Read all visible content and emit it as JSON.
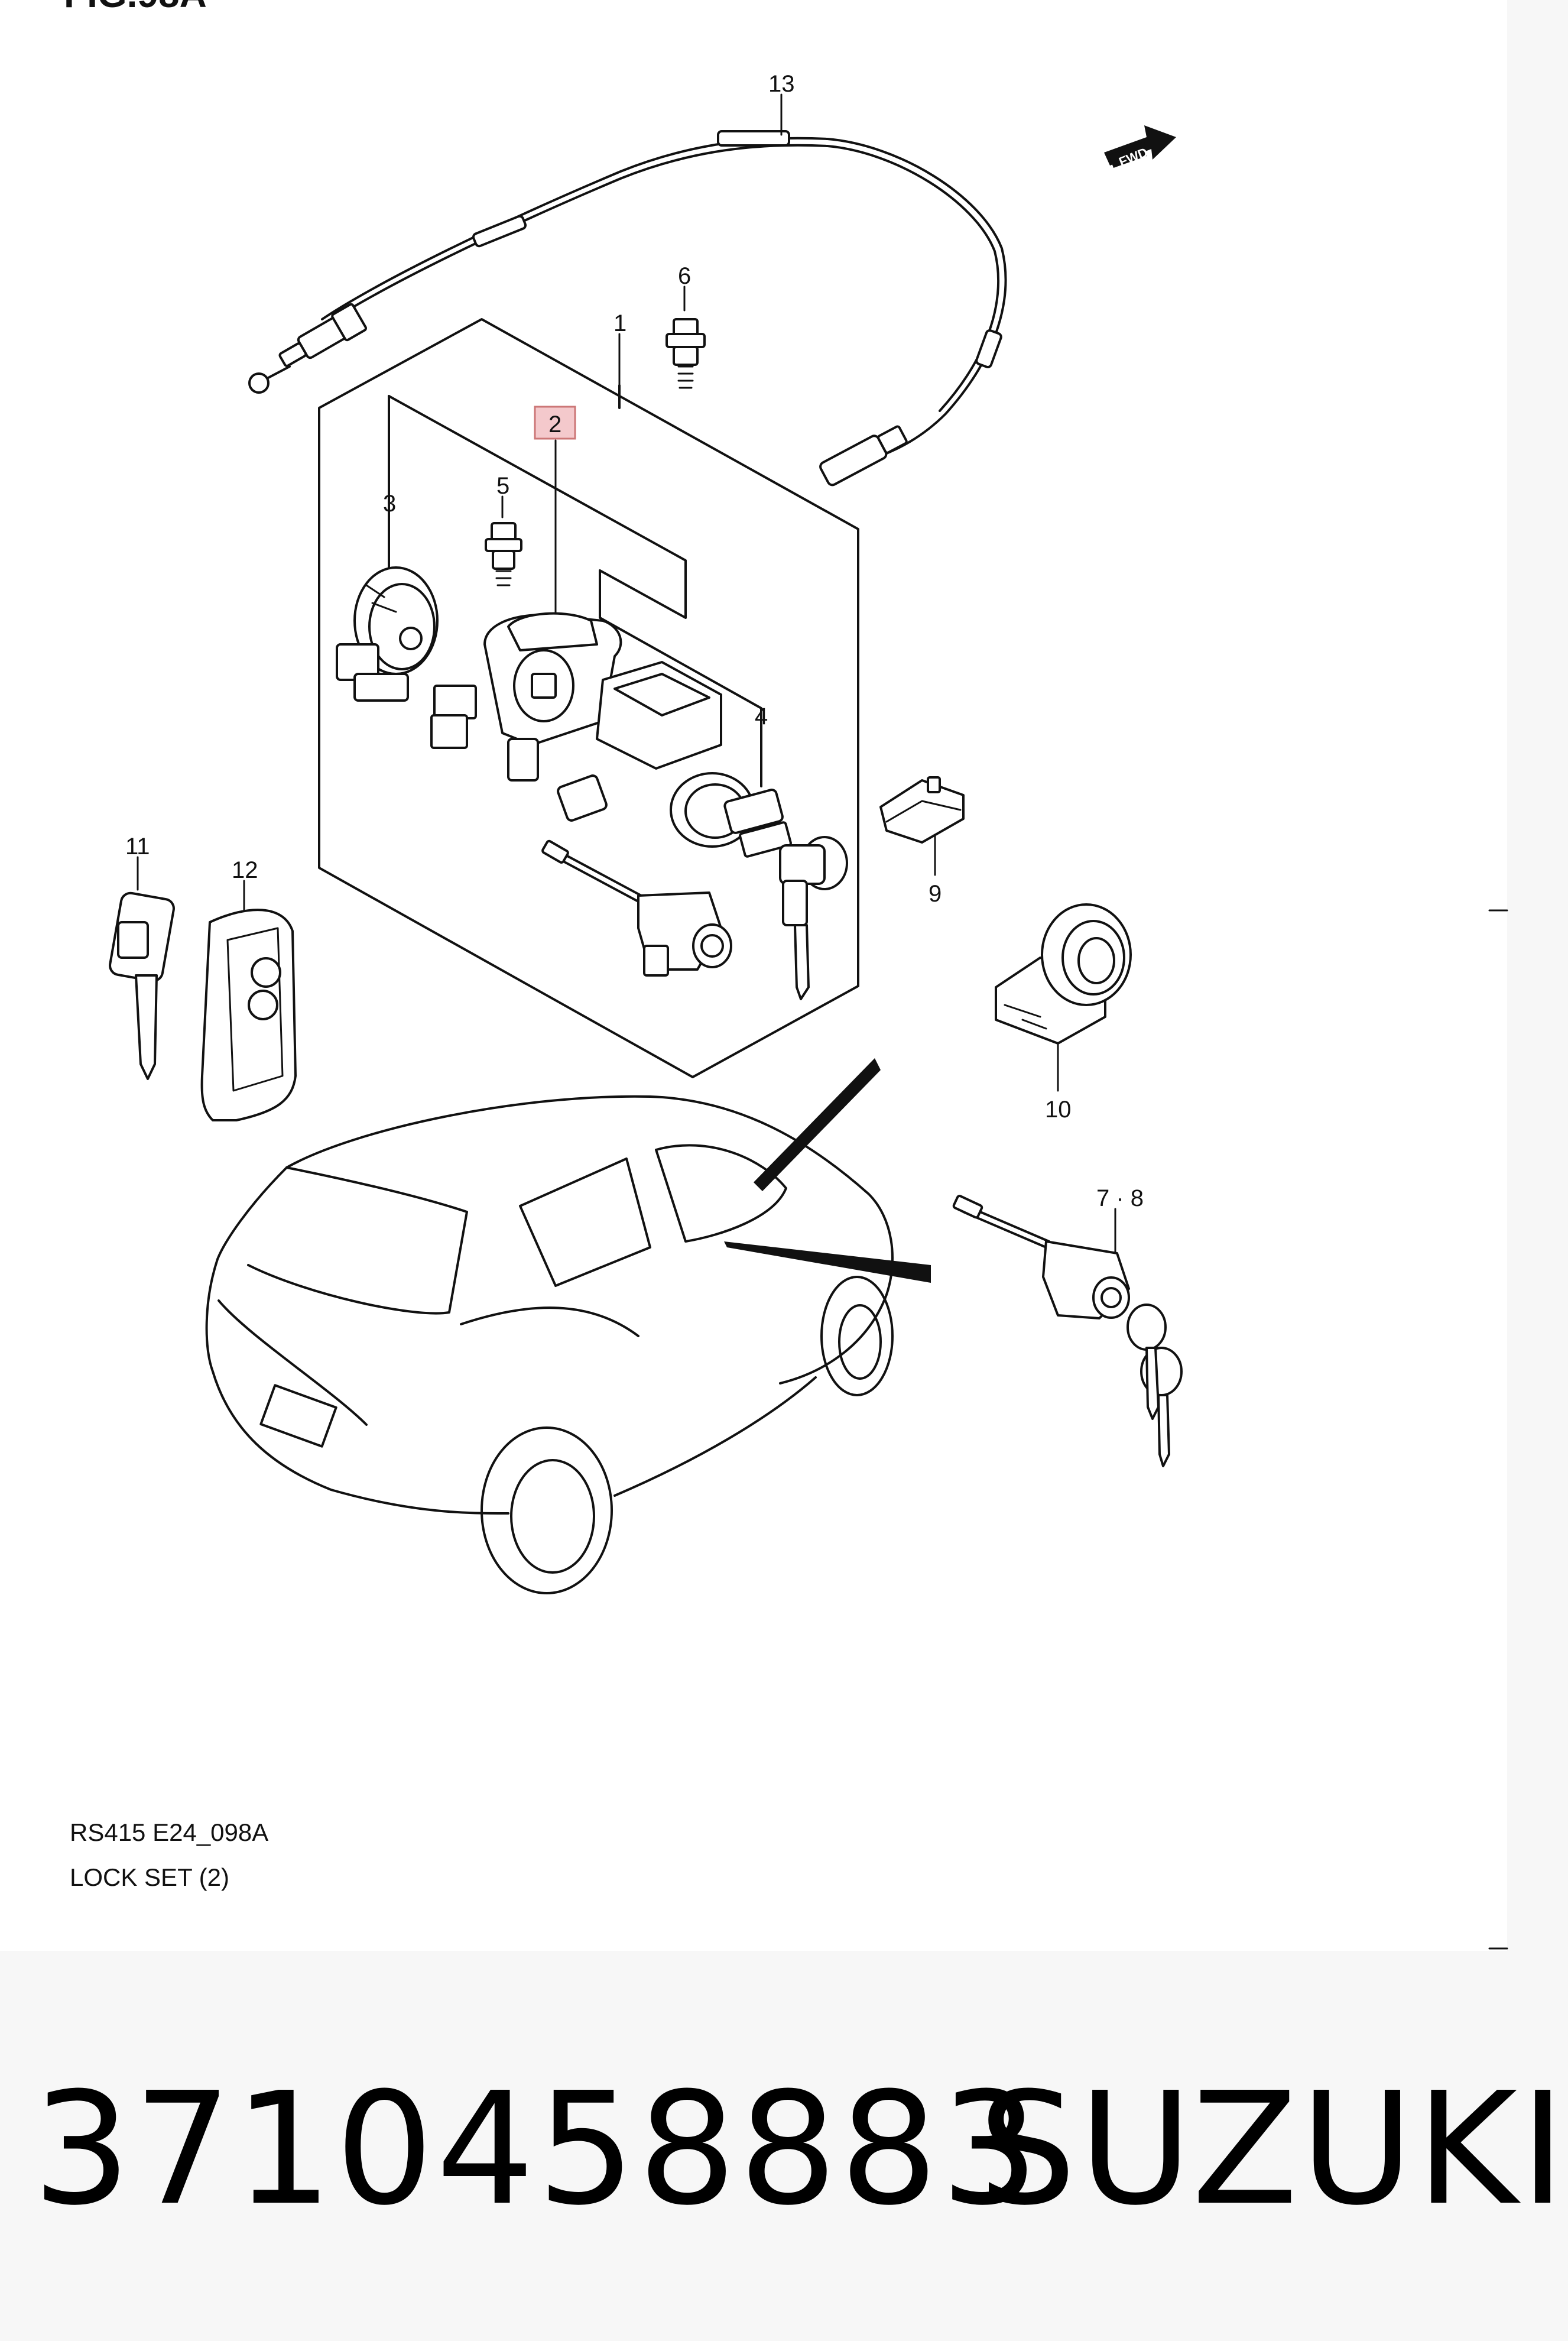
{
  "figure": {
    "header_fragment": "FIG.98A",
    "fwd_label": "FWD",
    "highlight_color": "#f4c9cc",
    "callouts": {
      "c1": "1",
      "c2": "2",
      "c3": "3",
      "c4": "4",
      "c5": "5",
      "c6": "6",
      "c78": "7 · 8",
      "c9": "9",
      "c10": "10",
      "c11": "11",
      "c12": "12",
      "c13": "13"
    },
    "caption_code": "RS415 E24_098A",
    "caption_title": "LOCK SET (2)"
  },
  "footer": {
    "part_number": "3710458883",
    "brand": "SUZUKI"
  }
}
